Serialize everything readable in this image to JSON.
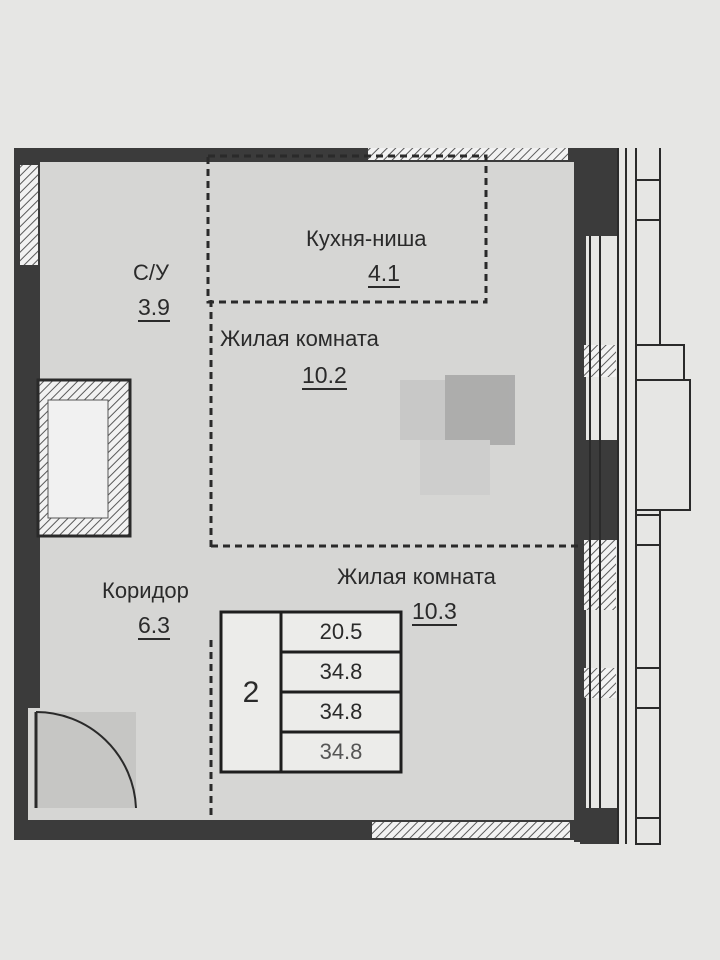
{
  "rooms": {
    "bathroom": {
      "name": "С/У",
      "area": "3.9"
    },
    "kitchen": {
      "name": "Кухня-ниша",
      "area": "4.1"
    },
    "living_upper": {
      "name": "Жилая комната",
      "area": "10.2"
    },
    "living_lower": {
      "name": "Жилая комната",
      "area": "10.3"
    },
    "corridor": {
      "name": "Коридор",
      "area": "6.3"
    }
  },
  "summary_table": {
    "rooms_count": "2",
    "values": [
      "20.5",
      "34.8",
      "34.8",
      "34.8"
    ]
  },
  "colors": {
    "paper": "#e6e6e4",
    "floor": "#d9d9d7",
    "wall": "#3b3b3b",
    "line": "#2a2a2a"
  }
}
